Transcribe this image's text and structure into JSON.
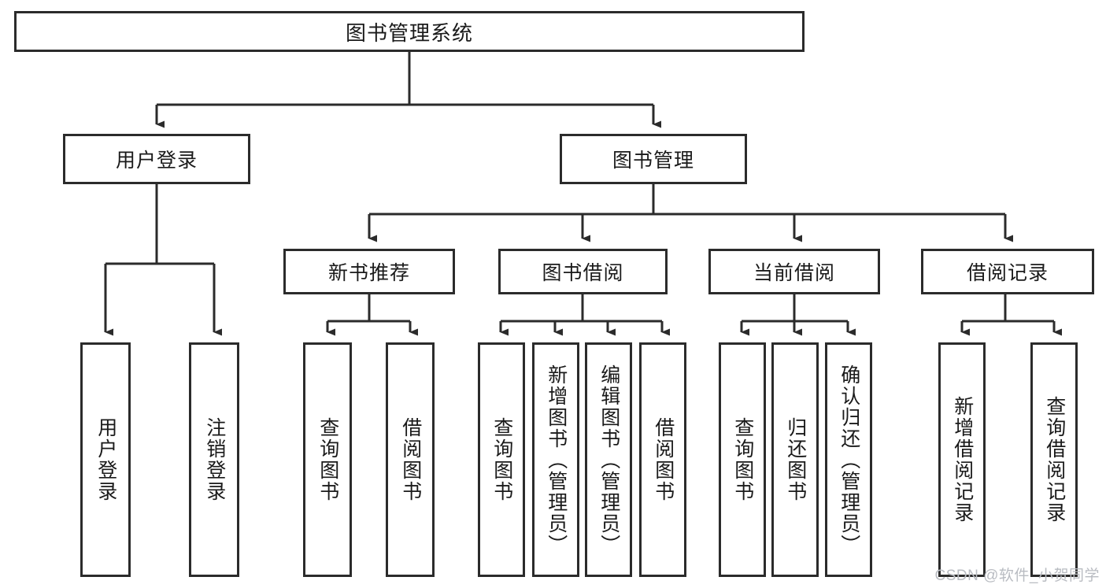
{
  "diagram": {
    "title": "图书管理系统",
    "type": "tree-hierarchy-chart",
    "line_color": "#2b2b2b",
    "box_fill": "#ffffff",
    "text_color": "#1a1a1a",
    "root": {
      "label": "图书管理系统"
    },
    "level2": [
      {
        "label": "用户登录"
      },
      {
        "label": "图书管理"
      }
    ],
    "level3": [
      {
        "label": "新书推荐"
      },
      {
        "label": "图书借阅"
      },
      {
        "label": "当前借阅"
      },
      {
        "label": "借阅记录"
      }
    ],
    "leaves": {
      "user_login": [
        {
          "label": "用户登录"
        },
        {
          "label": "注销登录"
        }
      ],
      "new_book_recommend": [
        {
          "label": "查询图书"
        },
        {
          "label": "借阅图书"
        }
      ],
      "book_borrow": [
        {
          "label": "查询图书"
        },
        {
          "label": "新增图书（管理员）"
        },
        {
          "label": "编辑图书（管理员）"
        },
        {
          "label": "借阅图书"
        }
      ],
      "current_borrow": [
        {
          "label": "查询图书"
        },
        {
          "label": "归还图书"
        },
        {
          "label": "确认归还（管理员）"
        }
      ],
      "borrow_records": [
        {
          "label": "新增借阅记录"
        },
        {
          "label": "查询借阅记录"
        }
      ]
    }
  },
  "watermark": {
    "text": "CSDN @软件_小贺同学",
    "color": "#b9bcc2"
  }
}
